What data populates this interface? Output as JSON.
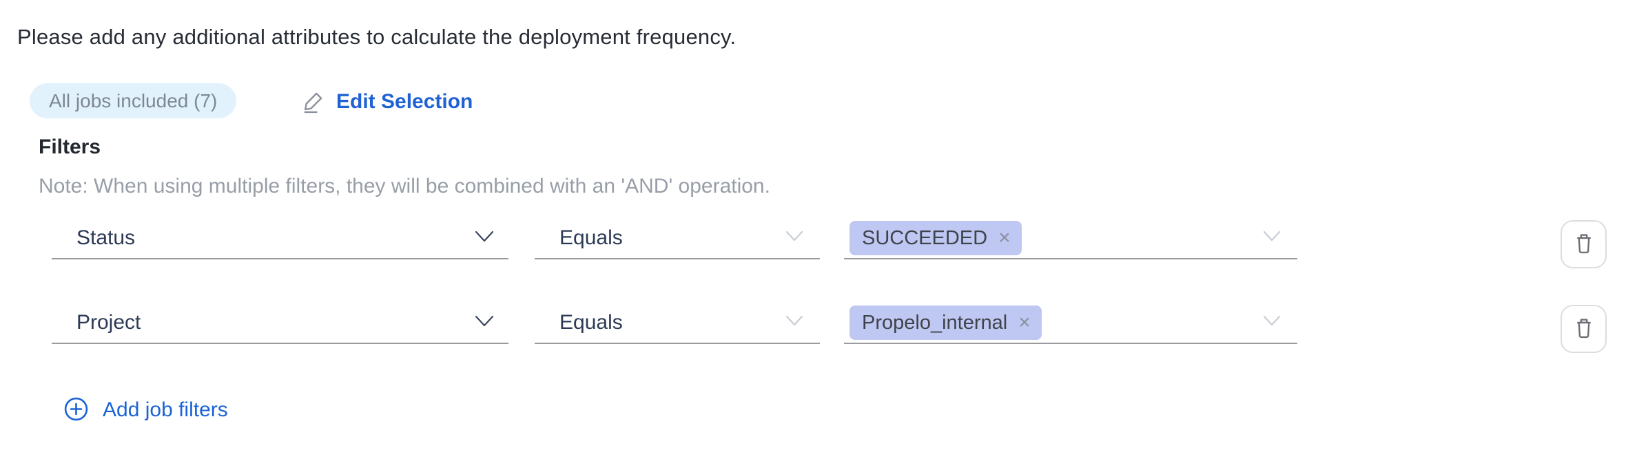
{
  "instruction": "Please add any additional attributes to calculate the deployment frequency.",
  "jobs_selection": {
    "badge": "All jobs included (7)",
    "edit_button": "Edit Selection"
  },
  "filters": {
    "title": "Filters",
    "note": "Note: When using multiple filters, they will be combined with an 'AND' operation.",
    "rows": [
      {
        "attribute": "Status",
        "operator": "Equals",
        "values": [
          "SUCCEEDED"
        ]
      },
      {
        "attribute": "Project",
        "operator": "Equals",
        "values": [
          "Propelo_internal"
        ]
      }
    ],
    "tag_remove_glyph": "×",
    "add_button": "Add job filters"
  },
  "colors": {
    "link_blue": "#2062d4",
    "add_blue": "#1a63d6",
    "badge_bg": "#e1f2fc",
    "tag_bg": "#bfc8f2",
    "select_text": "#2c3a55",
    "note_gray": "#989ea7",
    "underline_gray": "#9a9b9f"
  }
}
